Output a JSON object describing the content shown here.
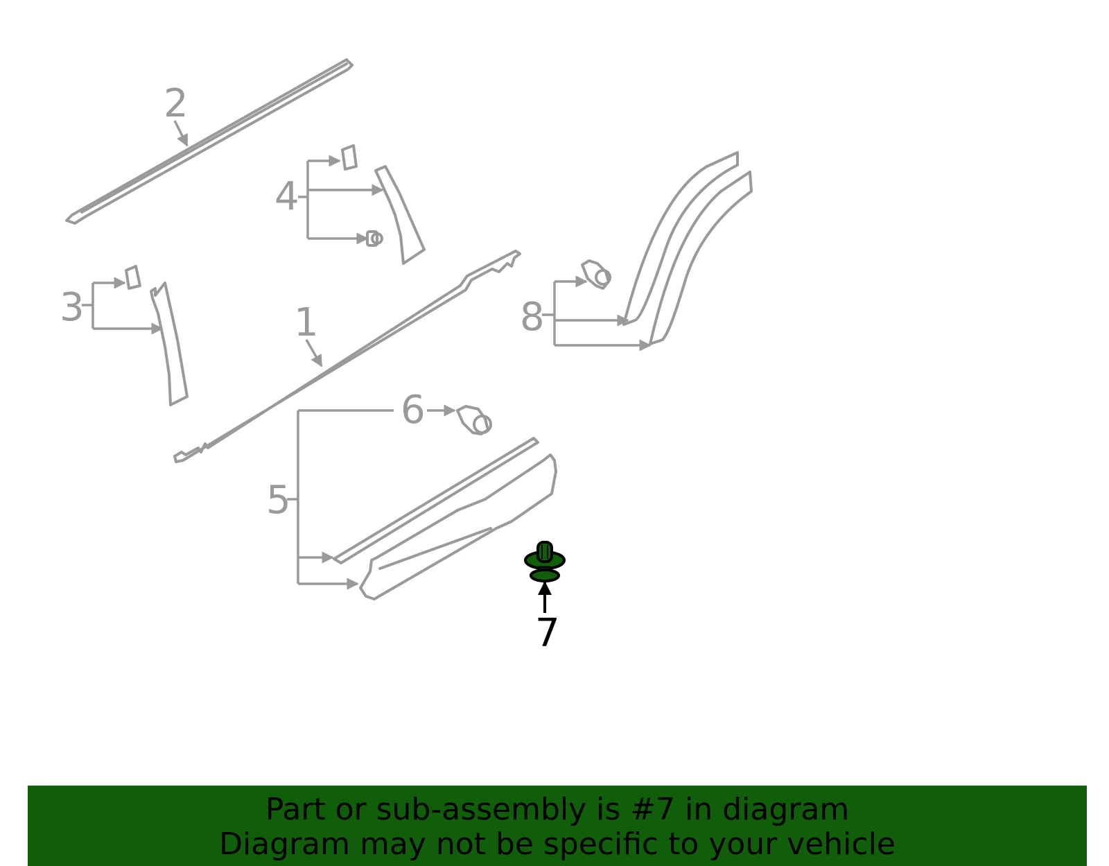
{
  "diagram": {
    "callouts": [
      "1",
      "2",
      "3",
      "4",
      "5",
      "6",
      "7",
      "8"
    ],
    "highlighted_callout": "7",
    "highlight_color": "#115e0a",
    "part_line_color": "#9a9a9a"
  },
  "banner": {
    "line1": "Part or sub-assembly is #7 in diagram",
    "line2": "Diagram may not be specific to your vehicle",
    "background_color": "#115e0a"
  }
}
